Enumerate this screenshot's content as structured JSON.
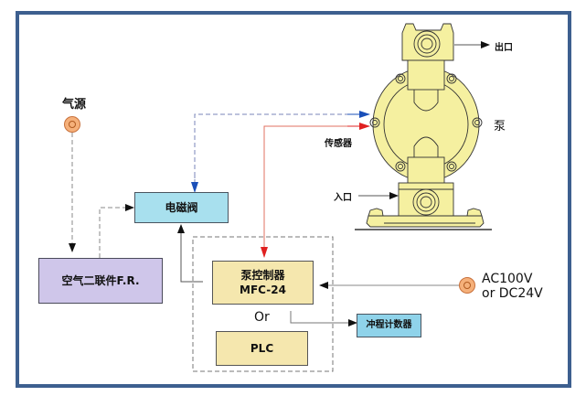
{
  "title": "隔膜泵控制系统示意图",
  "labels": {
    "air_source": "气源",
    "outlet": "出口",
    "inlet": "入口",
    "pump": "泵",
    "sensor": "传感器",
    "or": "Or",
    "power_line1": "AC100V",
    "power_line2": "or DC24V"
  },
  "boxes": {
    "solenoid_valve": "电磁阀",
    "air_frl": "空气二联件F.R.",
    "pump_controller_line1": "泵控制器",
    "pump_controller_line2": "MFC-24",
    "plc": "PLC",
    "stroke_counter": "冲程计数器"
  },
  "colors": {
    "frame": "#3d5f8f",
    "solenoid_fill": "#a8e0ee",
    "frl_fill": "#cfc6ea",
    "controller_fill": "#f5e7ae",
    "counter_fill": "#8fd3ea",
    "pump_fill": "#f5f0a0",
    "port_fill": "#f5b07a",
    "air_line": "#5a6fae",
    "sensor_line": "#e03030"
  }
}
